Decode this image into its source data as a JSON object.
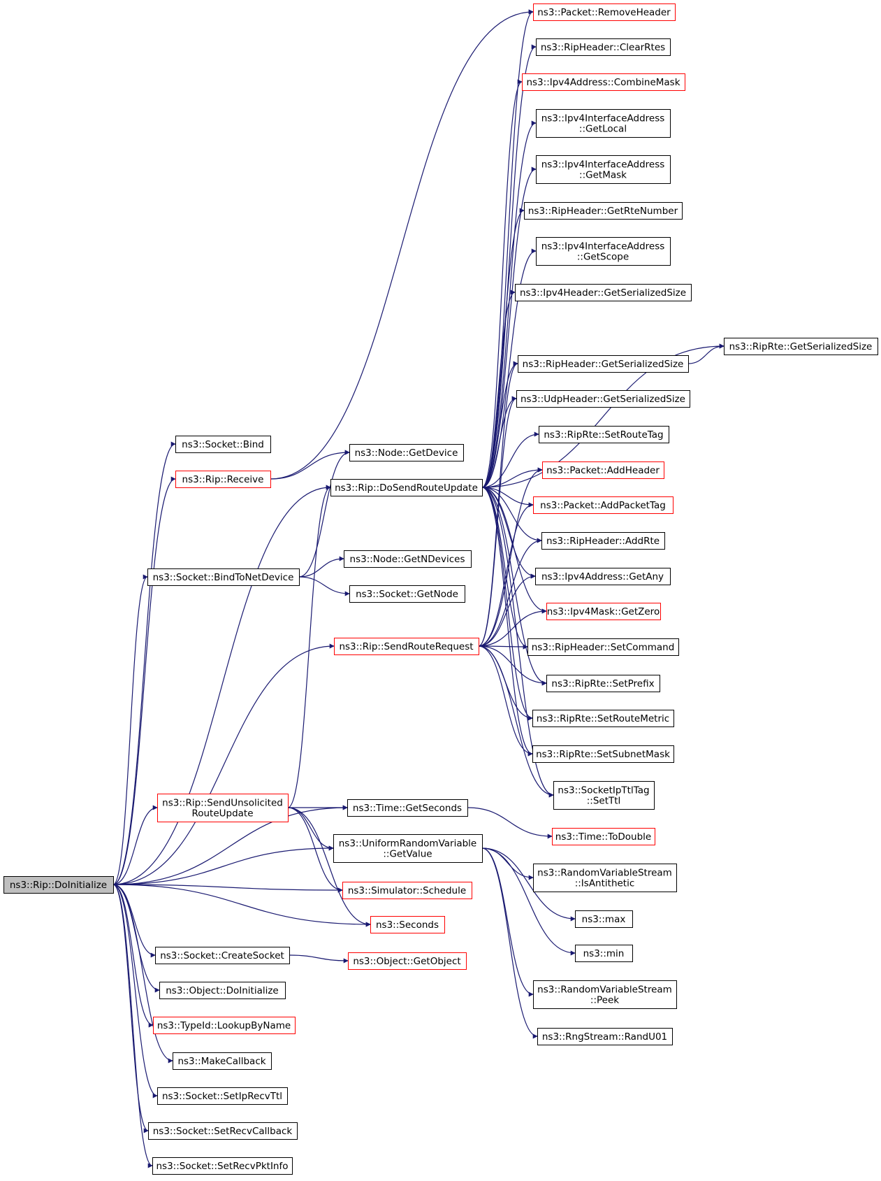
{
  "colors": {
    "edge": "#191970",
    "border_normal": "#000000",
    "border_truncated": "#ff0000",
    "root_fill": "#bfbfbf",
    "node_fill": "#ffffff"
  },
  "nodes": [
    {
      "id": "root",
      "lines": [
        "ns3::Rip::DoInitialize"
      ],
      "style": "root"
    },
    {
      "id": "sock_bind",
      "lines": [
        "ns3::Socket::Bind"
      ],
      "style": "normal"
    },
    {
      "id": "rip_receive",
      "lines": [
        "ns3::Rip::Receive"
      ],
      "style": "truncated"
    },
    {
      "id": "sock_bindnet",
      "lines": [
        "ns3::Socket::BindToNetDevice"
      ],
      "style": "normal"
    },
    {
      "id": "rip_unsolicited",
      "lines": [
        "ns3::Rip::SendUnsolicited",
        "RouteUpdate"
      ],
      "style": "truncated"
    },
    {
      "id": "sock_create",
      "lines": [
        "ns3::Socket::CreateSocket"
      ],
      "style": "normal"
    },
    {
      "id": "obj_doinit",
      "lines": [
        "ns3::Object::DoInitialize"
      ],
      "style": "normal"
    },
    {
      "id": "typeid_lookup",
      "lines": [
        "ns3::TypeId::LookupByName"
      ],
      "style": "truncated"
    },
    {
      "id": "make_callback",
      "lines": [
        "ns3::MakeCallback"
      ],
      "style": "normal"
    },
    {
      "id": "sock_setiprecvttl",
      "lines": [
        "ns3::Socket::SetIpRecvTtl"
      ],
      "style": "normal"
    },
    {
      "id": "sock_setrecvcb",
      "lines": [
        "ns3::Socket::SetRecvCallback"
      ],
      "style": "normal"
    },
    {
      "id": "sock_setrecvpkt",
      "lines": [
        "ns3::Socket::SetRecvPktInfo"
      ],
      "style": "normal"
    },
    {
      "id": "node_getdevice",
      "lines": [
        "ns3::Node::GetDevice"
      ],
      "style": "normal"
    },
    {
      "id": "rip_dosend",
      "lines": [
        "ns3::Rip::DoSendRouteUpdate"
      ],
      "style": "normal"
    },
    {
      "id": "node_getndevices",
      "lines": [
        "ns3::Node::GetNDevices"
      ],
      "style": "normal"
    },
    {
      "id": "sock_getnode",
      "lines": [
        "ns3::Socket::GetNode"
      ],
      "style": "normal"
    },
    {
      "id": "rip_sendreq",
      "lines": [
        "ns3::Rip::SendRouteRequest"
      ],
      "style": "truncated"
    },
    {
      "id": "time_getseconds",
      "lines": [
        "ns3::Time::GetSeconds"
      ],
      "style": "normal"
    },
    {
      "id": "urv_getvalue",
      "lines": [
        "ns3::UniformRandomVariable",
        "::GetValue"
      ],
      "style": "normal"
    },
    {
      "id": "sim_schedule",
      "lines": [
        "ns3::Simulator::Schedule"
      ],
      "style": "truncated"
    },
    {
      "id": "seconds",
      "lines": [
        "ns3::Seconds"
      ],
      "style": "truncated"
    },
    {
      "id": "obj_getobject",
      "lines": [
        "ns3::Object::GetObject"
      ],
      "style": "truncated"
    },
    {
      "id": "pkt_removeheader",
      "lines": [
        "ns3::Packet::RemoveHeader"
      ],
      "style": "truncated"
    },
    {
      "id": "riphdr_clearrtes",
      "lines": [
        "ns3::RipHeader::ClearRtes"
      ],
      "style": "normal"
    },
    {
      "id": "ipv4addr_combinemask",
      "lines": [
        "ns3::Ipv4Address::CombineMask"
      ],
      "style": "truncated"
    },
    {
      "id": "ipv4ifaddr_getlocal",
      "lines": [
        "ns3::Ipv4InterfaceAddress",
        "::GetLocal"
      ],
      "style": "normal"
    },
    {
      "id": "ipv4ifaddr_getmask",
      "lines": [
        "ns3::Ipv4InterfaceAddress",
        "::GetMask"
      ],
      "style": "normal"
    },
    {
      "id": "riphdr_getrtenumber",
      "lines": [
        "ns3::RipHeader::GetRteNumber"
      ],
      "style": "normal"
    },
    {
      "id": "ipv4ifaddr_getscope",
      "lines": [
        "ns3::Ipv4InterfaceAddress",
        "::GetScope"
      ],
      "style": "normal"
    },
    {
      "id": "ipv4hdr_getsersize",
      "lines": [
        "ns3::Ipv4Header::GetSerializedSize"
      ],
      "style": "normal"
    },
    {
      "id": "riphdr_getsersize",
      "lines": [
        "ns3::RipHeader::GetSerializedSize"
      ],
      "style": "normal"
    },
    {
      "id": "udphdr_getsersize",
      "lines": [
        "ns3::UdpHeader::GetSerializedSize"
      ],
      "style": "normal"
    },
    {
      "id": "riprte_setroutetag",
      "lines": [
        "ns3::RipRte::SetRouteTag"
      ],
      "style": "normal"
    },
    {
      "id": "pkt_addheader",
      "lines": [
        "ns3::Packet::AddHeader"
      ],
      "style": "truncated"
    },
    {
      "id": "pkt_addpackettag",
      "lines": [
        "ns3::Packet::AddPacketTag"
      ],
      "style": "truncated"
    },
    {
      "id": "riphdr_addrte",
      "lines": [
        "ns3::RipHeader::AddRte"
      ],
      "style": "normal"
    },
    {
      "id": "ipv4addr_getany",
      "lines": [
        "ns3::Ipv4Address::GetAny"
      ],
      "style": "normal"
    },
    {
      "id": "ipv4mask_getzero",
      "lines": [
        "ns3::Ipv4Mask::GetZero"
      ],
      "style": "truncated"
    },
    {
      "id": "riphdr_setcommand",
      "lines": [
        "ns3::RipHeader::SetCommand"
      ],
      "style": "normal"
    },
    {
      "id": "riprte_setprefix",
      "lines": [
        "ns3::RipRte::SetPrefix"
      ],
      "style": "normal"
    },
    {
      "id": "riprte_setroutemetric",
      "lines": [
        "ns3::RipRte::SetRouteMetric"
      ],
      "style": "normal"
    },
    {
      "id": "riprte_setsubnetmask",
      "lines": [
        "ns3::RipRte::SetSubnetMask"
      ],
      "style": "normal"
    },
    {
      "id": "sockipttltag_setttl",
      "lines": [
        "ns3::SocketIpTtlTag",
        "::SetTtl"
      ],
      "style": "normal"
    },
    {
      "id": "time_todouble",
      "lines": [
        "ns3::Time::ToDouble"
      ],
      "style": "truncated"
    },
    {
      "id": "rvs_isantithetic",
      "lines": [
        "ns3::RandomVariableStream",
        "::IsAntithetic"
      ],
      "style": "normal"
    },
    {
      "id": "max",
      "lines": [
        "ns3::max"
      ],
      "style": "normal"
    },
    {
      "id": "min",
      "lines": [
        "ns3::min"
      ],
      "style": "normal"
    },
    {
      "id": "rvs_peek",
      "lines": [
        "ns3::RandomVariableStream",
        "::Peek"
      ],
      "style": "normal"
    },
    {
      "id": "rngstream_randu01",
      "lines": [
        "ns3::RngStream::RandU01"
      ],
      "style": "normal"
    },
    {
      "id": "riprte_getsersize",
      "lines": [
        "ns3::RipRte::GetSerializedSize"
      ],
      "style": "normal"
    }
  ],
  "edges": [
    [
      "root",
      "sock_bind"
    ],
    [
      "root",
      "rip_receive"
    ],
    [
      "root",
      "rip_dosend"
    ],
    [
      "root",
      "sock_bindnet"
    ],
    [
      "root",
      "rip_sendreq"
    ],
    [
      "root",
      "time_getseconds"
    ],
    [
      "root",
      "rip_unsolicited"
    ],
    [
      "root",
      "urv_getvalue"
    ],
    [
      "root",
      "sim_schedule"
    ],
    [
      "root",
      "seconds"
    ],
    [
      "root",
      "sock_create"
    ],
    [
      "root",
      "obj_doinit"
    ],
    [
      "root",
      "typeid_lookup"
    ],
    [
      "root",
      "make_callback"
    ],
    [
      "root",
      "sock_setiprecvttl"
    ],
    [
      "root",
      "sock_setrecvcb"
    ],
    [
      "root",
      "sock_setrecvpkt"
    ],
    [
      "rip_receive",
      "pkt_removeheader"
    ],
    [
      "rip_receive",
      "node_getdevice"
    ],
    [
      "sock_bindnet",
      "node_getdevice"
    ],
    [
      "sock_bindnet",
      "node_getndevices"
    ],
    [
      "sock_bindnet",
      "sock_getnode"
    ],
    [
      "rip_unsolicited",
      "rip_dosend"
    ],
    [
      "rip_unsolicited",
      "time_getseconds"
    ],
    [
      "rip_unsolicited",
      "urv_getvalue"
    ],
    [
      "rip_unsolicited",
      "sim_schedule"
    ],
    [
      "rip_unsolicited",
      "seconds"
    ],
    [
      "sock_create",
      "obj_getobject"
    ],
    [
      "time_getseconds",
      "time_todouble"
    ],
    [
      "urv_getvalue",
      "rvs_isantithetic"
    ],
    [
      "urv_getvalue",
      "max"
    ],
    [
      "urv_getvalue",
      "min"
    ],
    [
      "urv_getvalue",
      "rvs_peek"
    ],
    [
      "urv_getvalue",
      "rngstream_randu01"
    ],
    [
      "rip_dosend",
      "pkt_removeheader"
    ],
    [
      "rip_dosend",
      "riphdr_clearrtes"
    ],
    [
      "rip_dosend",
      "ipv4addr_combinemask"
    ],
    [
      "rip_dosend",
      "ipv4ifaddr_getlocal"
    ],
    [
      "rip_dosend",
      "ipv4ifaddr_getmask"
    ],
    [
      "rip_dosend",
      "riphdr_getrtenumber"
    ],
    [
      "rip_dosend",
      "ipv4ifaddr_getscope"
    ],
    [
      "rip_dosend",
      "ipv4hdr_getsersize"
    ],
    [
      "rip_dosend",
      "riprte_getsersize"
    ],
    [
      "rip_dosend",
      "riphdr_getsersize"
    ],
    [
      "rip_dosend",
      "udphdr_getsersize"
    ],
    [
      "rip_dosend",
      "riprte_setroutetag"
    ],
    [
      "rip_dosend",
      "pkt_addheader"
    ],
    [
      "rip_dosend",
      "pkt_addpackettag"
    ],
    [
      "rip_dosend",
      "riphdr_addrte"
    ],
    [
      "rip_dosend",
      "ipv4addr_getany"
    ],
    [
      "rip_dosend",
      "ipv4mask_getzero"
    ],
    [
      "rip_dosend",
      "riphdr_setcommand"
    ],
    [
      "rip_dosend",
      "riprte_setprefix"
    ],
    [
      "rip_dosend",
      "riprte_setroutemetric"
    ],
    [
      "rip_dosend",
      "riprte_setsubnetmask"
    ],
    [
      "rip_dosend",
      "sockipttltag_setttl"
    ],
    [
      "rip_sendreq",
      "pkt_addheader"
    ],
    [
      "rip_sendreq",
      "pkt_addpackettag"
    ],
    [
      "rip_sendreq",
      "riphdr_addrte"
    ],
    [
      "rip_sendreq",
      "ipv4addr_getany"
    ],
    [
      "rip_sendreq",
      "ipv4mask_getzero"
    ],
    [
      "rip_sendreq",
      "riphdr_setcommand"
    ],
    [
      "rip_sendreq",
      "riprte_setprefix"
    ],
    [
      "rip_sendreq",
      "riprte_setroutemetric"
    ],
    [
      "rip_sendreq",
      "riprte_setsubnetmask"
    ],
    [
      "rip_sendreq",
      "sockipttltag_setttl"
    ],
    [
      "rip_sendreq",
      "riphdr_getsersize"
    ],
    [
      "rip_sendreq",
      "udphdr_getsersize"
    ],
    [
      "riphdr_getsersize",
      "riprte_getsersize"
    ]
  ]
}
